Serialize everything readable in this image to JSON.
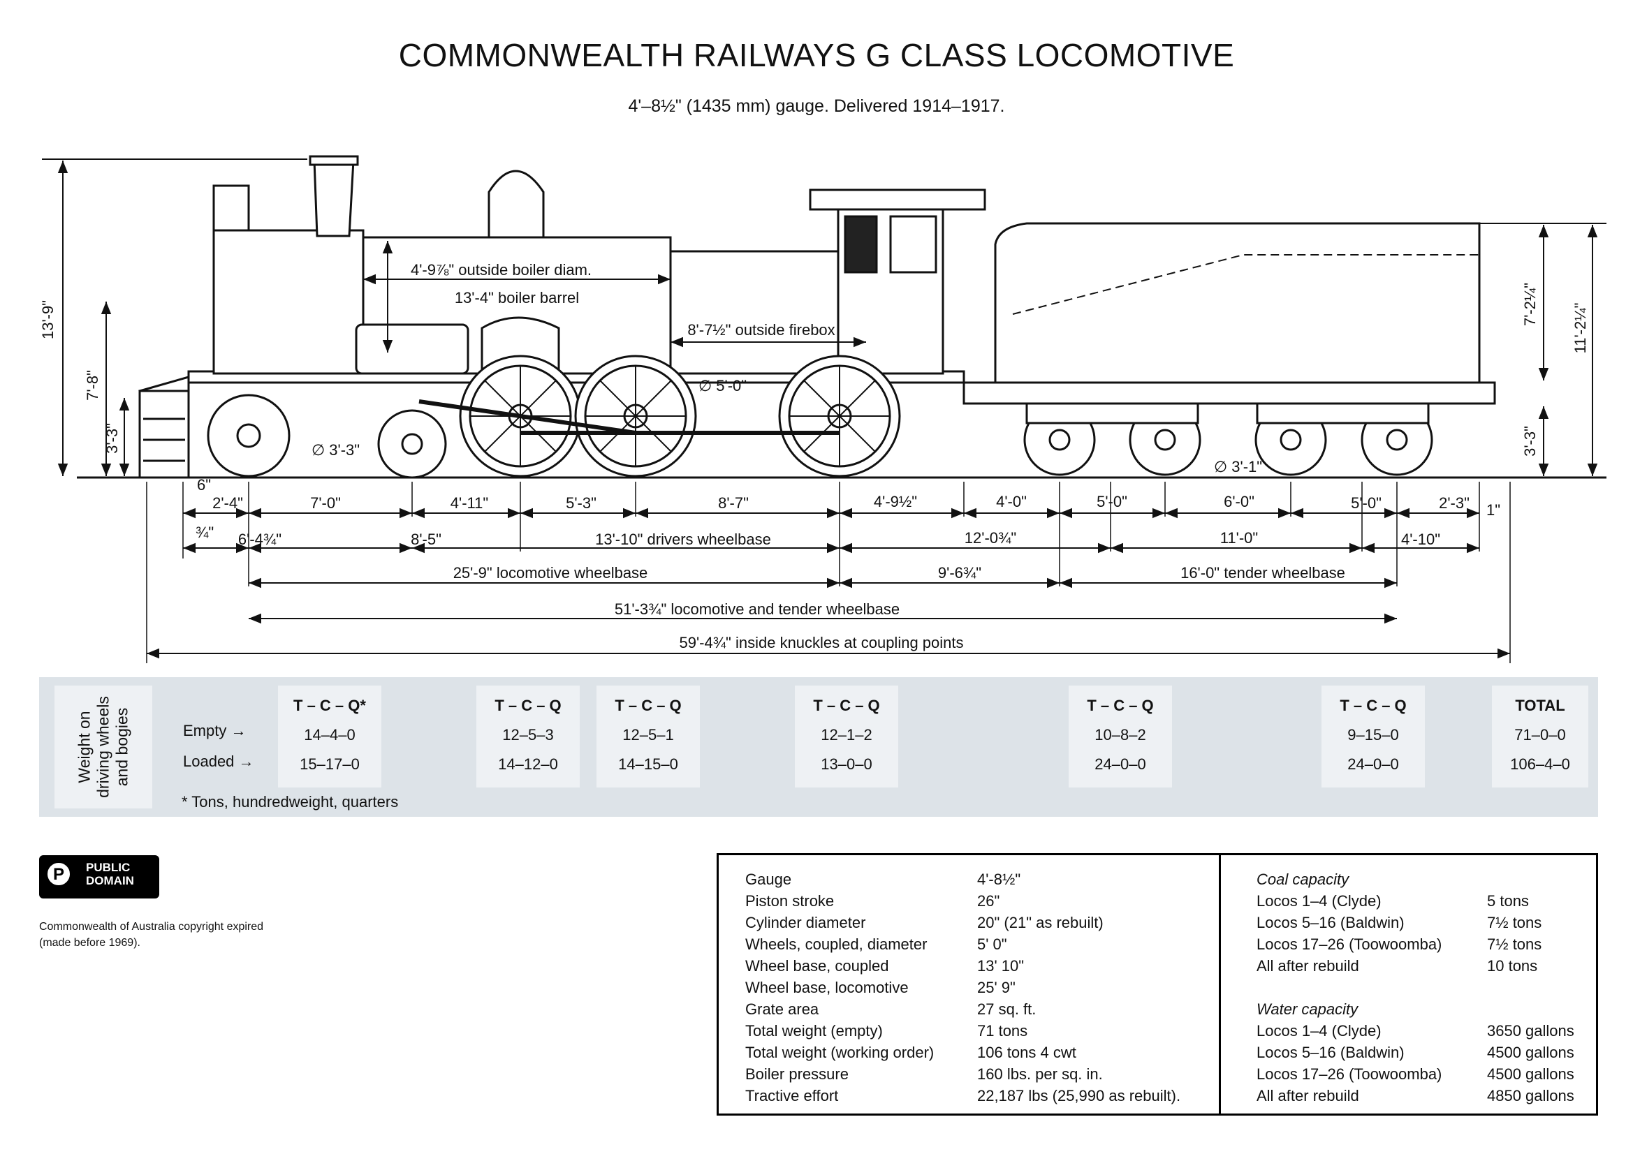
{
  "title": "COMMONWEALTH RAILWAYS  G  CLASS LOCOMOTIVE",
  "subtitle": "4'–8½\" (1435 mm) gauge. Delivered 1914–1917.",
  "labels": {
    "height_total": "13'-9\"",
    "height_boiler": "7'-8\"",
    "height_coupler": "3'-3\"",
    "tender_height_top": "7'-2¼\"",
    "tender_height_total": "11'-2¼\"",
    "tender_coupler": "3'-3\"",
    "boiler_diam": "4'-9⅞\" outside boiler diam.",
    "boiler_barrel": "13'-4\" boiler barrel",
    "firebox": "8'-7½\" outside firebox",
    "driver_diam": "∅ 5'-0\"",
    "bogie_diam": "∅ 3'-3\"",
    "tender_wheel_diam": "∅ 3'-1\"",
    "six": "6\"",
    "three_quarter": "¾\"",
    "one_inch": "1\""
  },
  "dim_row1": [
    "2'-4\"",
    "7'-0\"",
    "4'-11\"",
    "5'-3\"",
    "8'-7\"",
    "4'-9½\"",
    "4'-0\"",
    "5'-0\"",
    "6'-0\"",
    "5'-0\"",
    "2'-3\""
  ],
  "dim_row2": [
    "6'-4¾\"",
    "8'-5\"",
    "13'-10\" drivers wheelbase",
    "12'-0¾\"",
    "11'-0\"",
    "4'-10\""
  ],
  "dim_row3": [
    "25'-9\" locomotive wheelbase",
    "9'-6¾\"",
    "16'-0\" tender wheelbase"
  ],
  "dim_row4": "51'-3¾\" locomotive and tender wheelbase",
  "dim_row5": "59'-4¾\" inside knuckles at coupling points",
  "weights": {
    "side_label": "Weight on\ndriving wheels\nand bogies",
    "empty_label": "Empty →",
    "loaded_label": "Loaded →",
    "note": "* Tons, hundredweight, quarters",
    "columns": [
      {
        "head": "T – C – Q*",
        "empty": "14–4–0",
        "loaded": "15–17–0"
      },
      {
        "head": "T – C – Q",
        "empty": "12–5–3",
        "loaded": "14–12–0"
      },
      {
        "head": "T – C – Q",
        "empty": "12–5–1",
        "loaded": "14–15–0"
      },
      {
        "head": "T – C – Q",
        "empty": "12–1–2",
        "loaded": "13–0–0"
      },
      {
        "head": "T – C – Q",
        "empty": "10–8–2",
        "loaded": "24–0–0"
      },
      {
        "head": "T – C – Q",
        "empty": "9–15–0",
        "loaded": "24–0–0"
      },
      {
        "head": "TOTAL",
        "empty": "71–0–0",
        "loaded": "106–4–0"
      }
    ]
  },
  "public_domain": {
    "line1": "PUBLIC",
    "line2": "DOMAIN"
  },
  "copyright": "Commonwealth of Australia copyright expired (made before 1969).",
  "specs": [
    {
      "k": "Gauge",
      "v": "4'-8½\""
    },
    {
      "k": "Piston stroke",
      "v": "26\""
    },
    {
      "k": "Cylinder diameter",
      "v": "20\" (21\" as rebuilt)"
    },
    {
      "k": "Wheels, coupled, diameter",
      "v": "5' 0\""
    },
    {
      "k": "Wheel base, coupled",
      "v": "13' 10\""
    },
    {
      "k": "Wheel base, locomotive",
      "v": "25' 9\""
    },
    {
      "k": "Grate area",
      "v": "27 sq. ft."
    },
    {
      "k": "Total weight (empty)",
      "v": "71 tons"
    },
    {
      "k": "Total weight (working order)",
      "v": "106 tons 4 cwt"
    },
    {
      "k": "Boiler pressure",
      "v": "160 lbs. per sq. in."
    },
    {
      "k": "Tractive effort",
      "v": "22,187 lbs (25,990 as rebuilt)."
    }
  ],
  "coal": {
    "heading": "Coal capacity",
    "rows": [
      {
        "k": "Locos 1–4 (Clyde)",
        "v": "5 tons"
      },
      {
        "k": "Locos 5–16 (Baldwin)",
        "v": "7½ tons"
      },
      {
        "k": "Locos 17–26 (Toowoomba)",
        "v": "7½ tons"
      },
      {
        "k": "All after rebuild",
        "v": "10 tons"
      }
    ]
  },
  "water": {
    "heading": "Water capacity",
    "rows": [
      {
        "k": "Locos 1–4 (Clyde)",
        "v": "3650 gallons"
      },
      {
        "k": "Locos 5–16 (Baldwin)",
        "v": "4500 gallons"
      },
      {
        "k": "Locos 17–26 (Toowoomba)",
        "v": "4500 gallons"
      },
      {
        "k": "All after rebuild",
        "v": "4850 gallons"
      }
    ]
  }
}
